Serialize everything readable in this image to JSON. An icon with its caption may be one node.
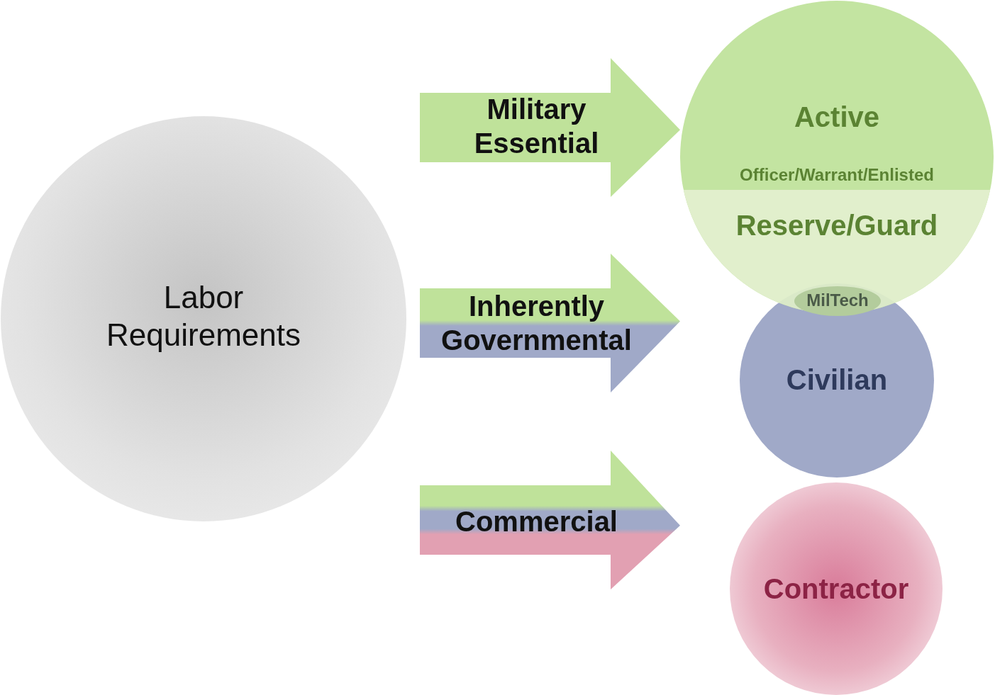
{
  "diagram": {
    "nodes": [
      {
        "text": [
          "Labor Requirements"
        ]
      },
      {
        "text": [
          "Active",
          "Officer/Warrant/Enlisted"
        ]
      },
      {
        "text": [
          "Reserve/Guard"
        ],
        "in": 1
      },
      {
        "text": [
          "MilTech"
        ]
      },
      {
        "text": [
          "Civilian"
        ]
      },
      {
        "text": [
          "Contractor"
        ]
      }
    ],
    "edges": [
      {
        "from": 0,
        "to": 1,
        "arrow": "to",
        "label": "Military Essential"
      },
      {
        "from": 0,
        "to": 3,
        "arrow": "to",
        "label": "Inherently Governmental"
      },
      {
        "from": 0,
        "to": 5,
        "arrow": "to",
        "label": "Commercial"
      }
    ]
  }
}
